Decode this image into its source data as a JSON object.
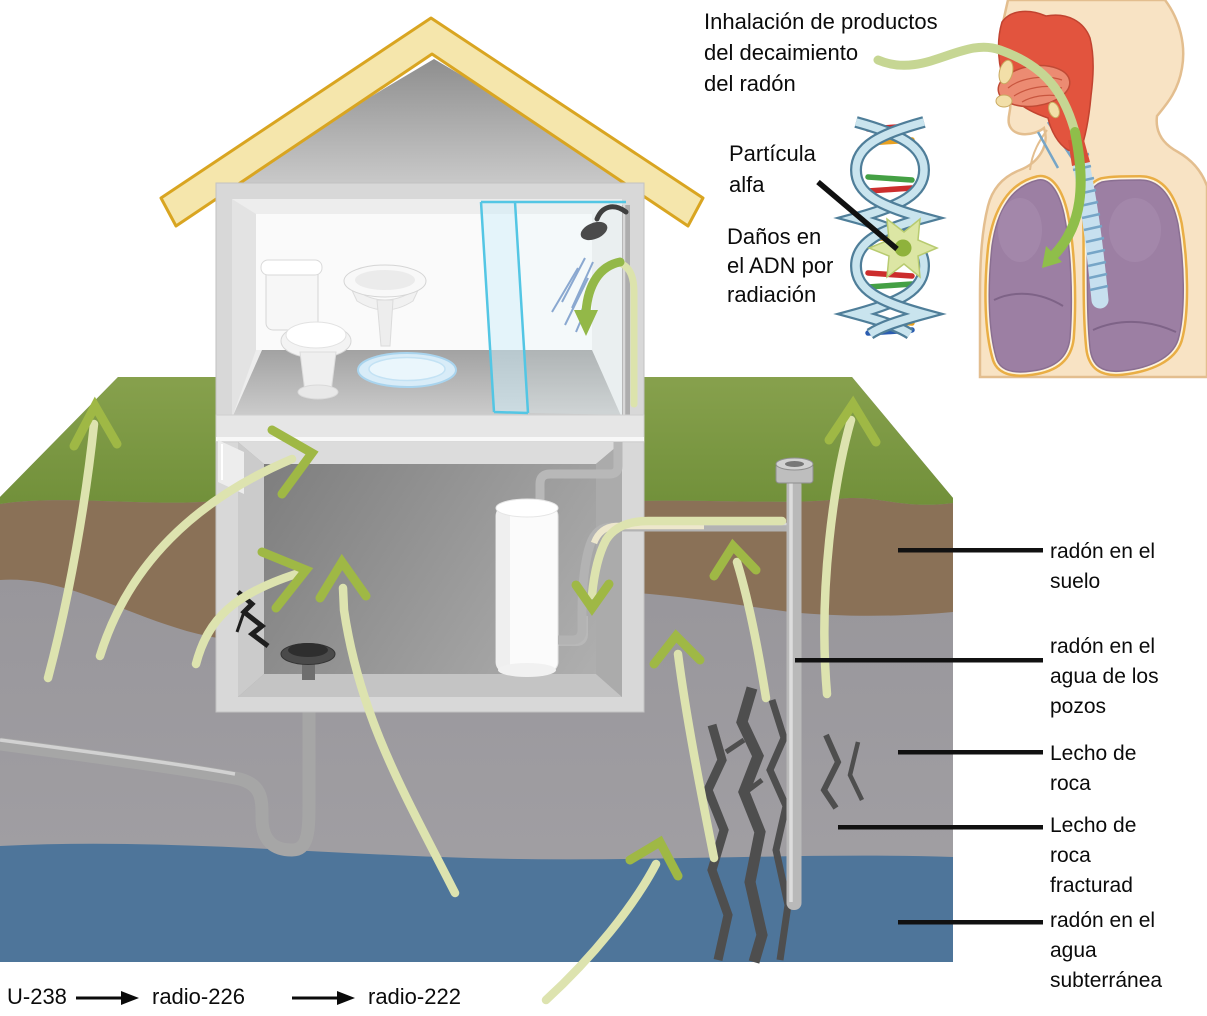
{
  "labels": {
    "inhalation": "Inhalación de productos\n del decaimiento\ndel radón",
    "alpha_particle": "Partícula\n alfa",
    "dna_damage": "Daños en\nel ADN por\nradiación",
    "radon_soil": "radón en el\nsuelo",
    "radon_well_water": "radón en el\nagua de los\npozos",
    "bedrock": "Lecho de\nroca",
    "fractured_bedrock": "Lecho de\nroca\nfracturad",
    "radon_groundwater": "radón en el\nagua\nsubterránea"
  },
  "decay_chain": {
    "start": "U-238",
    "step1": "radio-226",
    "step2": "radio-222"
  },
  "icons": {
    "flow_arrow": "radon-flow-arrow",
    "decay_arrow": "right-arrow",
    "starburst": "radiation-burst",
    "dna": "dna-double-helix"
  },
  "colors": {
    "grass": "#7C9A3F",
    "soil": "#8A7157",
    "bedrock": "#9B999D",
    "groundwater": "#4E759A",
    "radon_arrow_light": "#DDE3AF",
    "radon_arrow_dark": "#9FB845",
    "roof_fill": "#F5E6AC",
    "roof_border": "#D9A521",
    "house_wall": "#D8D8D8",
    "skin": "#F8E3C4",
    "lung": "#9C7FA3",
    "trachea": "#C7E0EF",
    "airway_red": "#E2543E",
    "leader_line": "#111111",
    "text": "#0b0b0b"
  }
}
